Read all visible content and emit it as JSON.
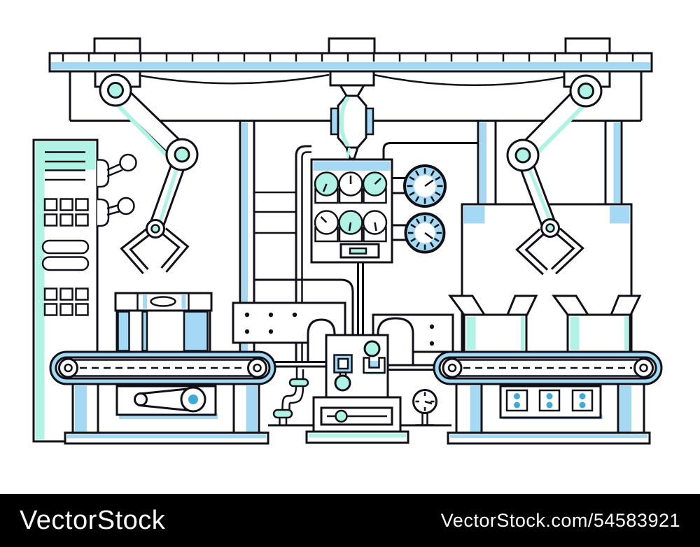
{
  "watermark": {
    "brand": "VectorStock",
    "site_ref": "VectorStock.com/54583921",
    "bar_color": "#000000",
    "text_color": "#ffffff"
  },
  "palette": {
    "line": "#101018",
    "accent_blue": "#a5d8f3",
    "accent_teal": "#b0f2e3",
    "background": "#ffffff"
  },
  "illustration": {
    "subject": "industrial-conveyor-production-line",
    "components": [
      "overhead-rail",
      "left-robot-arm",
      "right-robot-arm",
      "hanging-piston",
      "control-box-with-gauges",
      "pressure-gauge-large-1",
      "pressure-gauge-large-2",
      "control-cabinet",
      "left-conveyor-with-case",
      "right-conveyor-with-open-boxes",
      "center-press-machine",
      "small-gauge-on-stand",
      "pulley-drive",
      "watermark-bar"
    ]
  }
}
